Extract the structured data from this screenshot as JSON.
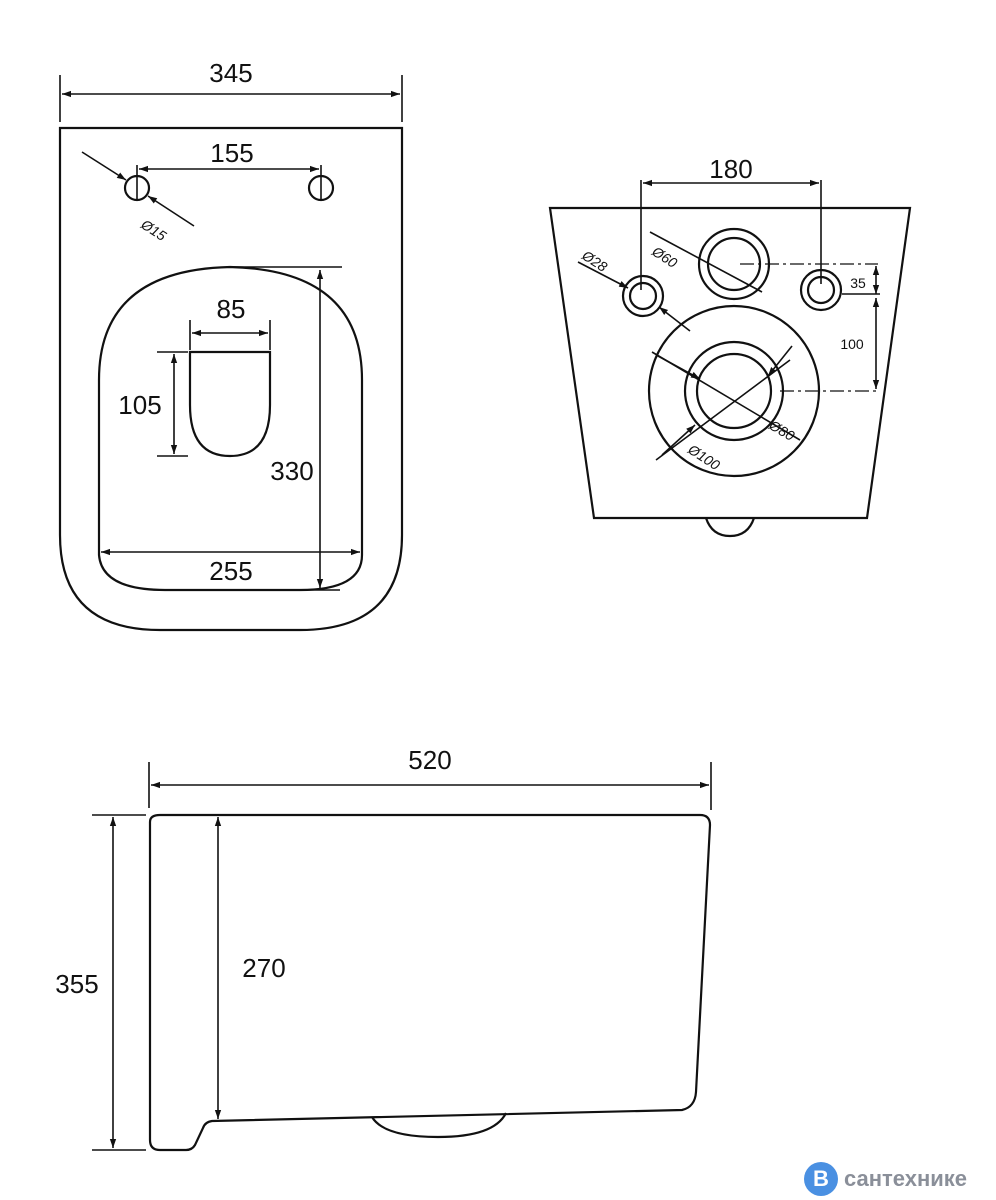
{
  "top_view": {
    "width_label": "345",
    "holes_spacing_label": "155",
    "hole_diameter_label": "Ø15",
    "opening_width_label": "85",
    "opening_height_label": "105",
    "bowl_length_label": "330",
    "bowl_width_label": "255"
  },
  "back_view": {
    "bolt_spacing_label": "180",
    "bolt_diameter_label": "Ø28",
    "inlet_diameter_label": "Ø60",
    "bolt_offset_label": "35",
    "outlet_offset_label": "100",
    "outlet_inner_label": "Ø80",
    "outlet_outer_label": "Ø100"
  },
  "side_view": {
    "length_label": "520",
    "height_label": "355",
    "inner_height_label": "270"
  },
  "watermark": {
    "badge_letter": "В",
    "text": "сантехнике",
    "badge_color": "#4a90e2"
  }
}
